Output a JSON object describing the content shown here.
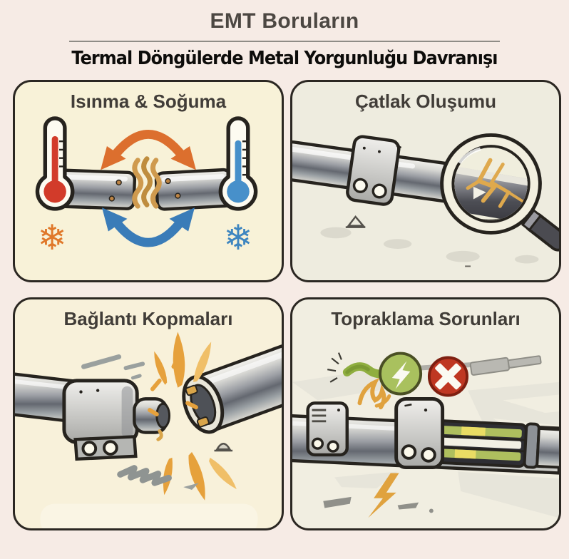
{
  "header": {
    "title": "EMT Boruların",
    "subtitle": "Termal Döngülerde Metal Yorgunluğu Davranışı"
  },
  "panels": [
    {
      "key": "heating-cooling",
      "title": "Isınma & Soğuma"
    },
    {
      "key": "crack-formation",
      "title": "Çatlak Oluşumu"
    },
    {
      "key": "connection-breaks",
      "title": "Bağlantı Kopmaları"
    },
    {
      "key": "grounding-issues",
      "title": "Topraklama Sorunları"
    }
  ],
  "icons": {
    "snowflake_glyph": "❄",
    "hot_thermometer": "red-thermometer",
    "cold_thermometer": "blue-thermometer",
    "magnifier": "magnifying-glass",
    "flame": "flame",
    "lightning": "lightning-bolt",
    "ground_ok_badge": "green-lightning-circle",
    "fault_badge": "red-x-circle"
  },
  "colors": {
    "page_bg": "#f6ebe5",
    "panel_border": "#2b2722",
    "heat_orange": "#dc6f2e",
    "cool_blue": "#3a7cb8",
    "thermo_red": "#d23b2a",
    "thermo_blue": "#4790ca",
    "heatwave_gold": "#cf9a4e",
    "spark_orange": "#e6a13c",
    "ok_green": "#a9c15e",
    "error_red": "#bf3722",
    "wire_green": "#8fae3f"
  }
}
